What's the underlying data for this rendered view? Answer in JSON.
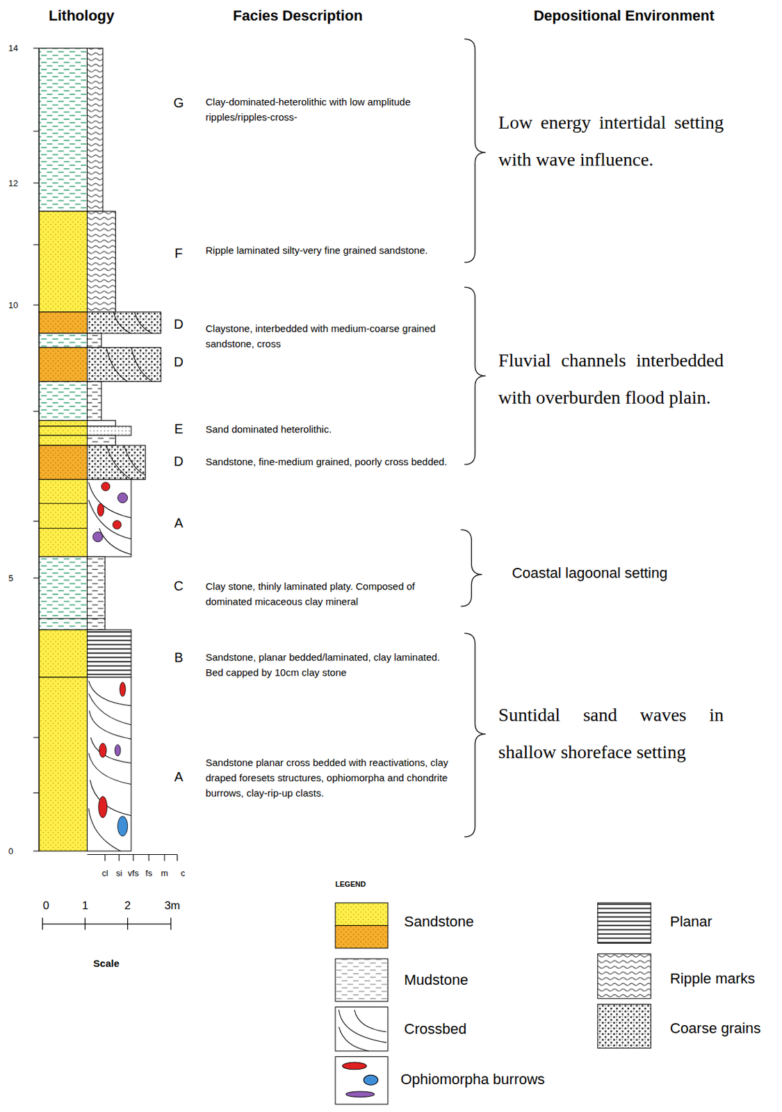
{
  "diagram": {
    "labels": [
      "Lithology",
      "Facies Description",
      "Depositional Environment",
      "14",
      "12",
      "10",
      "5",
      "0",
      "G",
      "Clay-dominated-heterolithic with low amplitude ripples/ripples-cross-",
      "F",
      "Ripple laminated silty-very fine grained sandstone.",
      "D",
      "D",
      "Claystone, interbedded with medium-coarse grained sandstone, cross",
      "E",
      "Sand dominated heterolithic.",
      "D",
      "Sandstone, fine-medium grained, poorly cross bedded.",
      "A",
      "C",
      "Clay stone, thinly laminated platy. Composed of dominated micaceous clay mineral",
      "B",
      "Sandstone, planar bedded/laminated, clay laminated. Bed capped by 10cm clay stone",
      "A",
      "Sandstone planar cross bedded with reactivations, clay draped foresets structures, ophiomorpha and chondrite burrows, clay-rip-up clasts.",
      "Low energy intertidal setting with wave influence.",
      "Fluvial channels interbedded with overburden flood plain.",
      "Coastal lagoonal setting",
      "Suntidal sand waves in shallow shoreface setting",
      "cl",
      "si",
      "vfs",
      "fs",
      "m",
      "c",
      "0",
      "1",
      "2",
      "3m",
      "Scale",
      "LEGEND"
    ],
    "legend": [
      {
        "text": "Sandstone"
      },
      {
        "text": "Mudstone"
      },
      {
        "text": "Crossbed"
      },
      {
        "text": "Ophiomorpha burrows"
      },
      {
        "text": "Planar"
      },
      {
        "text": "Ripple marks"
      },
      {
        "text": "Coarse grains"
      }
    ]
  }
}
